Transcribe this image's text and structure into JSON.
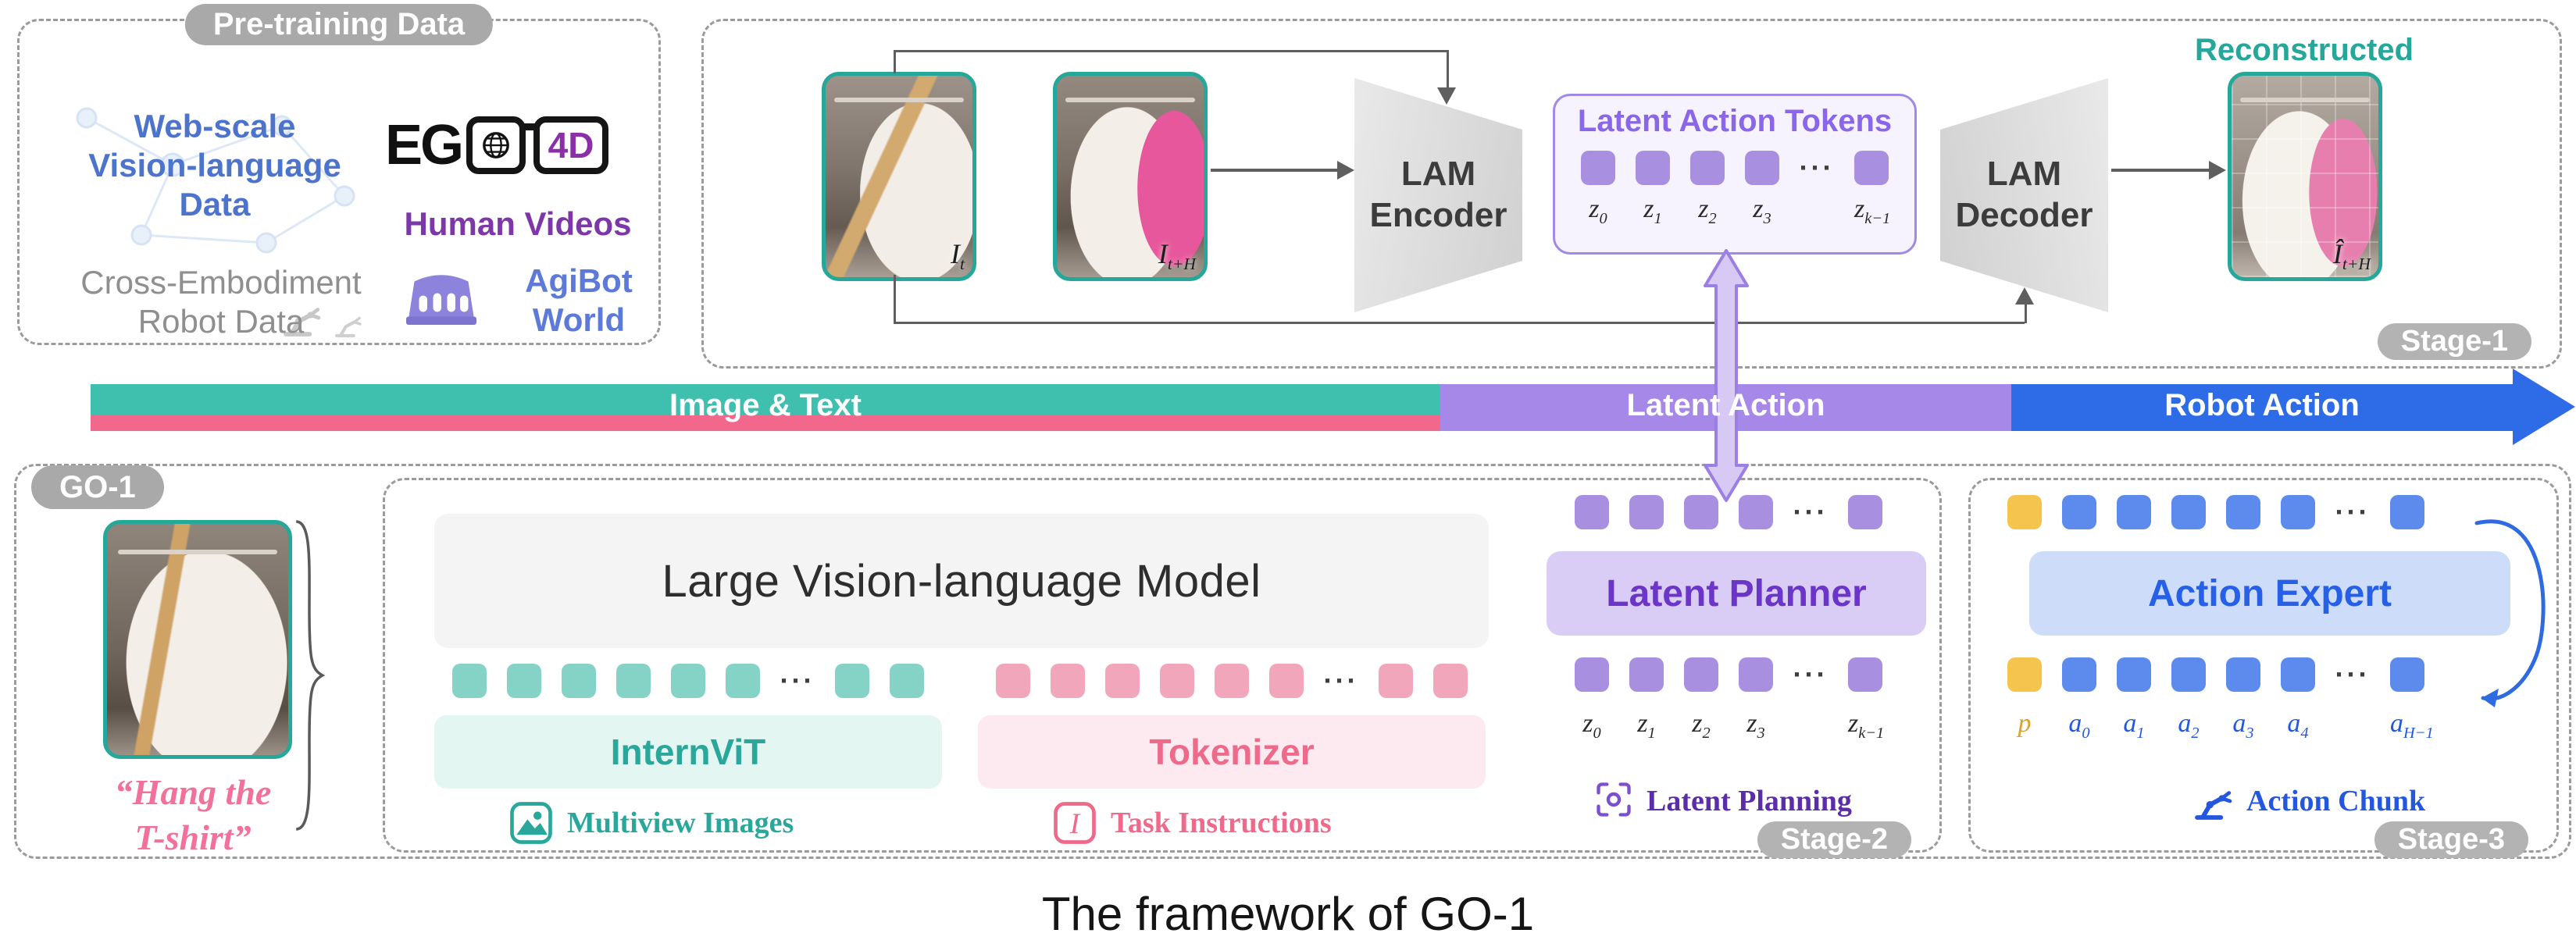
{
  "dots_char": "···",
  "colors": {
    "teal": "#2aa79b",
    "pink": "#ee6a8b",
    "purple": "#8a66e8",
    "violet_token": "#a88fe0",
    "blue": "#2760e8",
    "yellow": "#f5c44f",
    "bar_teal": "#3fbfae",
    "bar_pink": "#f2688c",
    "bar_purple": "#a588e8",
    "bar_blue": "#2e6be6",
    "gray_pill": "#a9a9a9"
  },
  "pretraining": {
    "pill": "Pre-training Data",
    "web_scale": "Web-scale\nVision-language\nData",
    "ego": {
      "eg": "EG",
      "fourd": "4D",
      "caption": "Human Videos"
    },
    "cross": "Cross-Embodiment\nRobot Data",
    "agibot": "AgiBot\nWorld"
  },
  "stage1": {
    "pill": "Stage-1",
    "encoder": "LAM\nEncoder",
    "decoder": "LAM\nDecoder",
    "panel_title": "Latent Action Tokens",
    "panel_cells": [
      "v",
      "v",
      "v",
      "v",
      "d",
      "v"
    ],
    "z_labels": [
      {
        "b": "z",
        "s": "0"
      },
      {
        "b": "z",
        "s": "1"
      },
      {
        "b": "z",
        "s": "2"
      },
      {
        "b": "z",
        "s": "3"
      },
      null,
      {
        "b": "z",
        "s": "k−1"
      }
    ],
    "img1_label": {
      "b": "I",
      "s": "t"
    },
    "img2_label": {
      "b": "I",
      "s": "t+H"
    },
    "recon_title": "Reconstructed",
    "recon_label": {
      "b": "Î",
      "s": "t+H"
    }
  },
  "bar": {
    "image_text": "Image & Text",
    "latent_action": "Latent Action",
    "robot_action": "Robot Action"
  },
  "go1": {
    "pill": "GO-1",
    "instruction": "“Hang the\nT-shirt”"
  },
  "stage2": {
    "pill": "Stage-2",
    "vlm": "Large Vision-language Model",
    "internvit": "InternViT",
    "tokenizer": "Tokenizer",
    "multiview": "Multiview Images",
    "task_instructions": "Task Instructions",
    "teal_cells": [
      "t",
      "t",
      "t",
      "t",
      "t",
      "t",
      "d",
      "t",
      "t"
    ],
    "pink_cells": [
      "p",
      "p",
      "p",
      "p",
      "p",
      "p",
      "d",
      "p",
      "p"
    ],
    "planner": "Latent Planner",
    "planner_cells": [
      "v",
      "v",
      "v",
      "v",
      "d",
      "v"
    ],
    "z_labels": [
      {
        "b": "z",
        "s": "0"
      },
      {
        "b": "z",
        "s": "1"
      },
      {
        "b": "z",
        "s": "2"
      },
      {
        "b": "z",
        "s": "3"
      },
      null,
      {
        "b": "z",
        "s": "k−1"
      }
    ],
    "latent_planning": "Latent Planning"
  },
  "stage3": {
    "pill": "Stage-3",
    "action_expert": "Action Expert",
    "cells": [
      "y",
      "b",
      "b",
      "b",
      "b",
      "b",
      "d",
      "b"
    ],
    "a_labels": [
      {
        "b": "p",
        "s": "",
        "c": "y"
      },
      {
        "b": "a",
        "s": "0",
        "c": "b"
      },
      {
        "b": "a",
        "s": "1",
        "c": "b"
      },
      {
        "b": "a",
        "s": "2",
        "c": "b"
      },
      {
        "b": "a",
        "s": "3",
        "c": "b"
      },
      {
        "b": "a",
        "s": "4",
        "c": "b"
      },
      null,
      {
        "b": "a",
        "s": "H−1",
        "c": "b"
      }
    ],
    "action_chunk": "Action Chunk"
  },
  "caption": "The framework of GO-1"
}
